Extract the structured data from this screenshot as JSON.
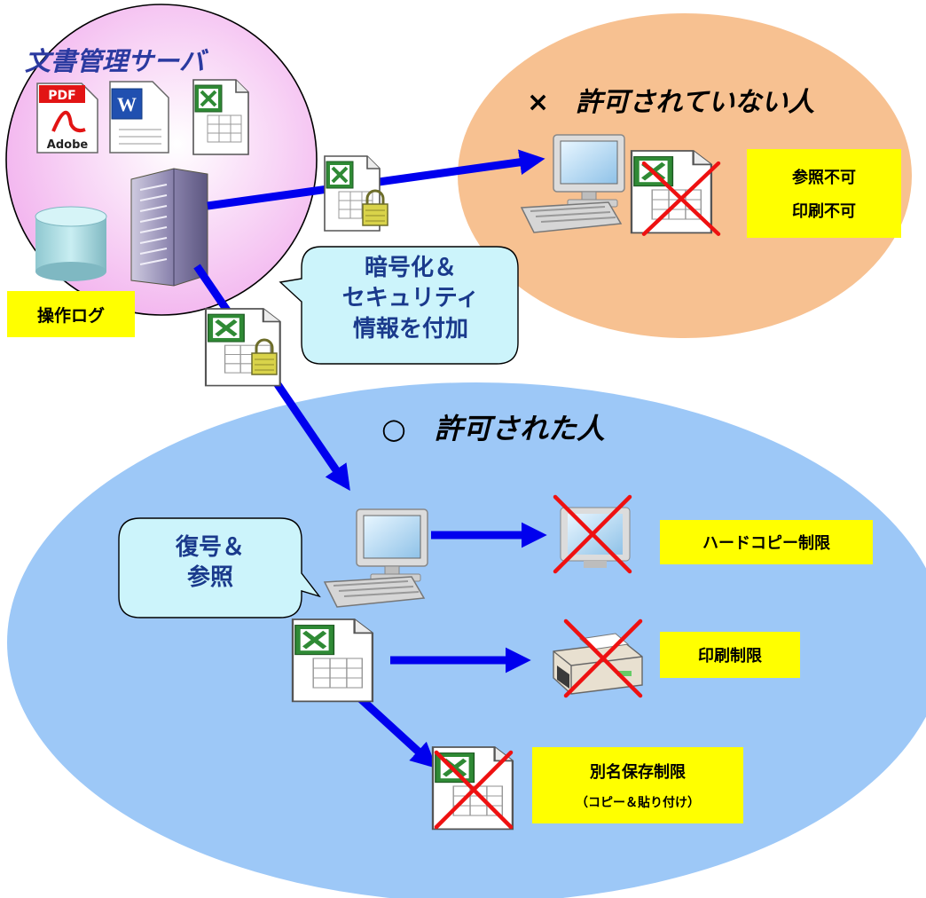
{
  "server": {
    "title": "文書管理サーバ",
    "log_label": "操作ログ",
    "file_types": [
      "PDF",
      "Word",
      "Excel"
    ],
    "pdf_badge": "PDF",
    "pdf_brand": "Adobe"
  },
  "callout_encrypt": {
    "line1": "暗号化＆",
    "line2": "セキュリティ",
    "line3": "情報を付加"
  },
  "unauthorized": {
    "title": "×　許可されていない人",
    "restriction1": "参照不可",
    "restriction2": "印刷不可"
  },
  "authorized": {
    "title": "○　許可された人",
    "callout_line1": "復号＆",
    "callout_line2": "参照",
    "restriction_hardcopy": "ハードコピー制限",
    "restriction_print": "印刷制限",
    "restriction_saveas": "別名保存制限",
    "restriction_saveas_sub": "（コピー＆貼り付け）"
  },
  "colors": {
    "server_zone": "#f7c6f3",
    "unauthorized_zone": "#f7c191",
    "authorized_zone": "#9dc8f7",
    "arrow": "#0000ee",
    "label_bg": "#ffff00",
    "deny_mark": "#ee1111",
    "callout_fill": "#ccf4fb",
    "title_blue": "#2b3aa0"
  }
}
